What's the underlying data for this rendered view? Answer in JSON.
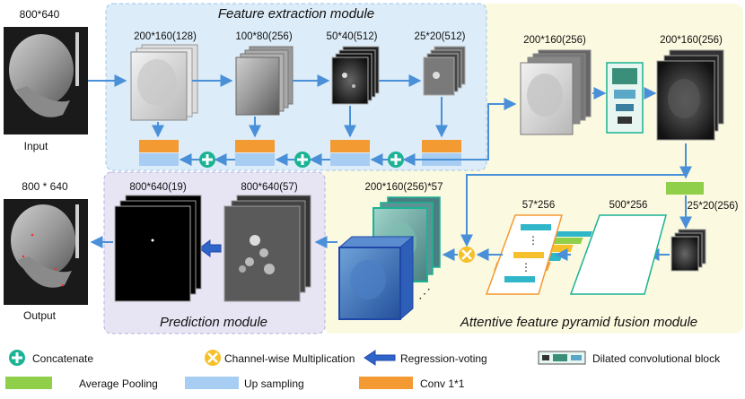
{
  "modules": {
    "feature": "Feature extraction module",
    "attentive": "Attentive feature pyramid fusion module",
    "prediction": "Prediction module"
  },
  "io": {
    "input_size": "800*640",
    "input_label": "Input",
    "output_size": "800 * 640",
    "output_label": "Output"
  },
  "feature_sizes": [
    "200*160(128)",
    "100*80(256)",
    "50*40(512)",
    "25*20(512)"
  ],
  "fusion": {
    "stack_size": "200*160(256)",
    "dilated_out_size": "200*160(256)",
    "pooled_size": "25*20(256)",
    "conv_size": "500*256",
    "vec_size": "57*256",
    "attn_size": "200*160(256)*57"
  },
  "prediction": {
    "heatmap_size": "800*640(19)",
    "feature_size": "800*640(57)"
  },
  "legend": {
    "concatenate": "Concatenate",
    "channel_mult": "Channel-wise Multiplication",
    "regression": "Regression-voting",
    "dilated": "Dilated convolutional block",
    "avg_pool": "Average Pooling",
    "upsampling": "Up sampling",
    "conv": "Conv 1*1"
  },
  "colors": {
    "feature_bg": "#dcecf8",
    "fusion_bg": "#fbf8dc",
    "prediction_bg": "#e7e4f4",
    "arrow": "#4a90d9",
    "orange": "#f39a33",
    "upsample": "#a8cdf2",
    "green": "#8fcf4a",
    "teal": "#1bb394",
    "yellow": "#f5c02a",
    "blue_block": "#2f64c8"
  }
}
